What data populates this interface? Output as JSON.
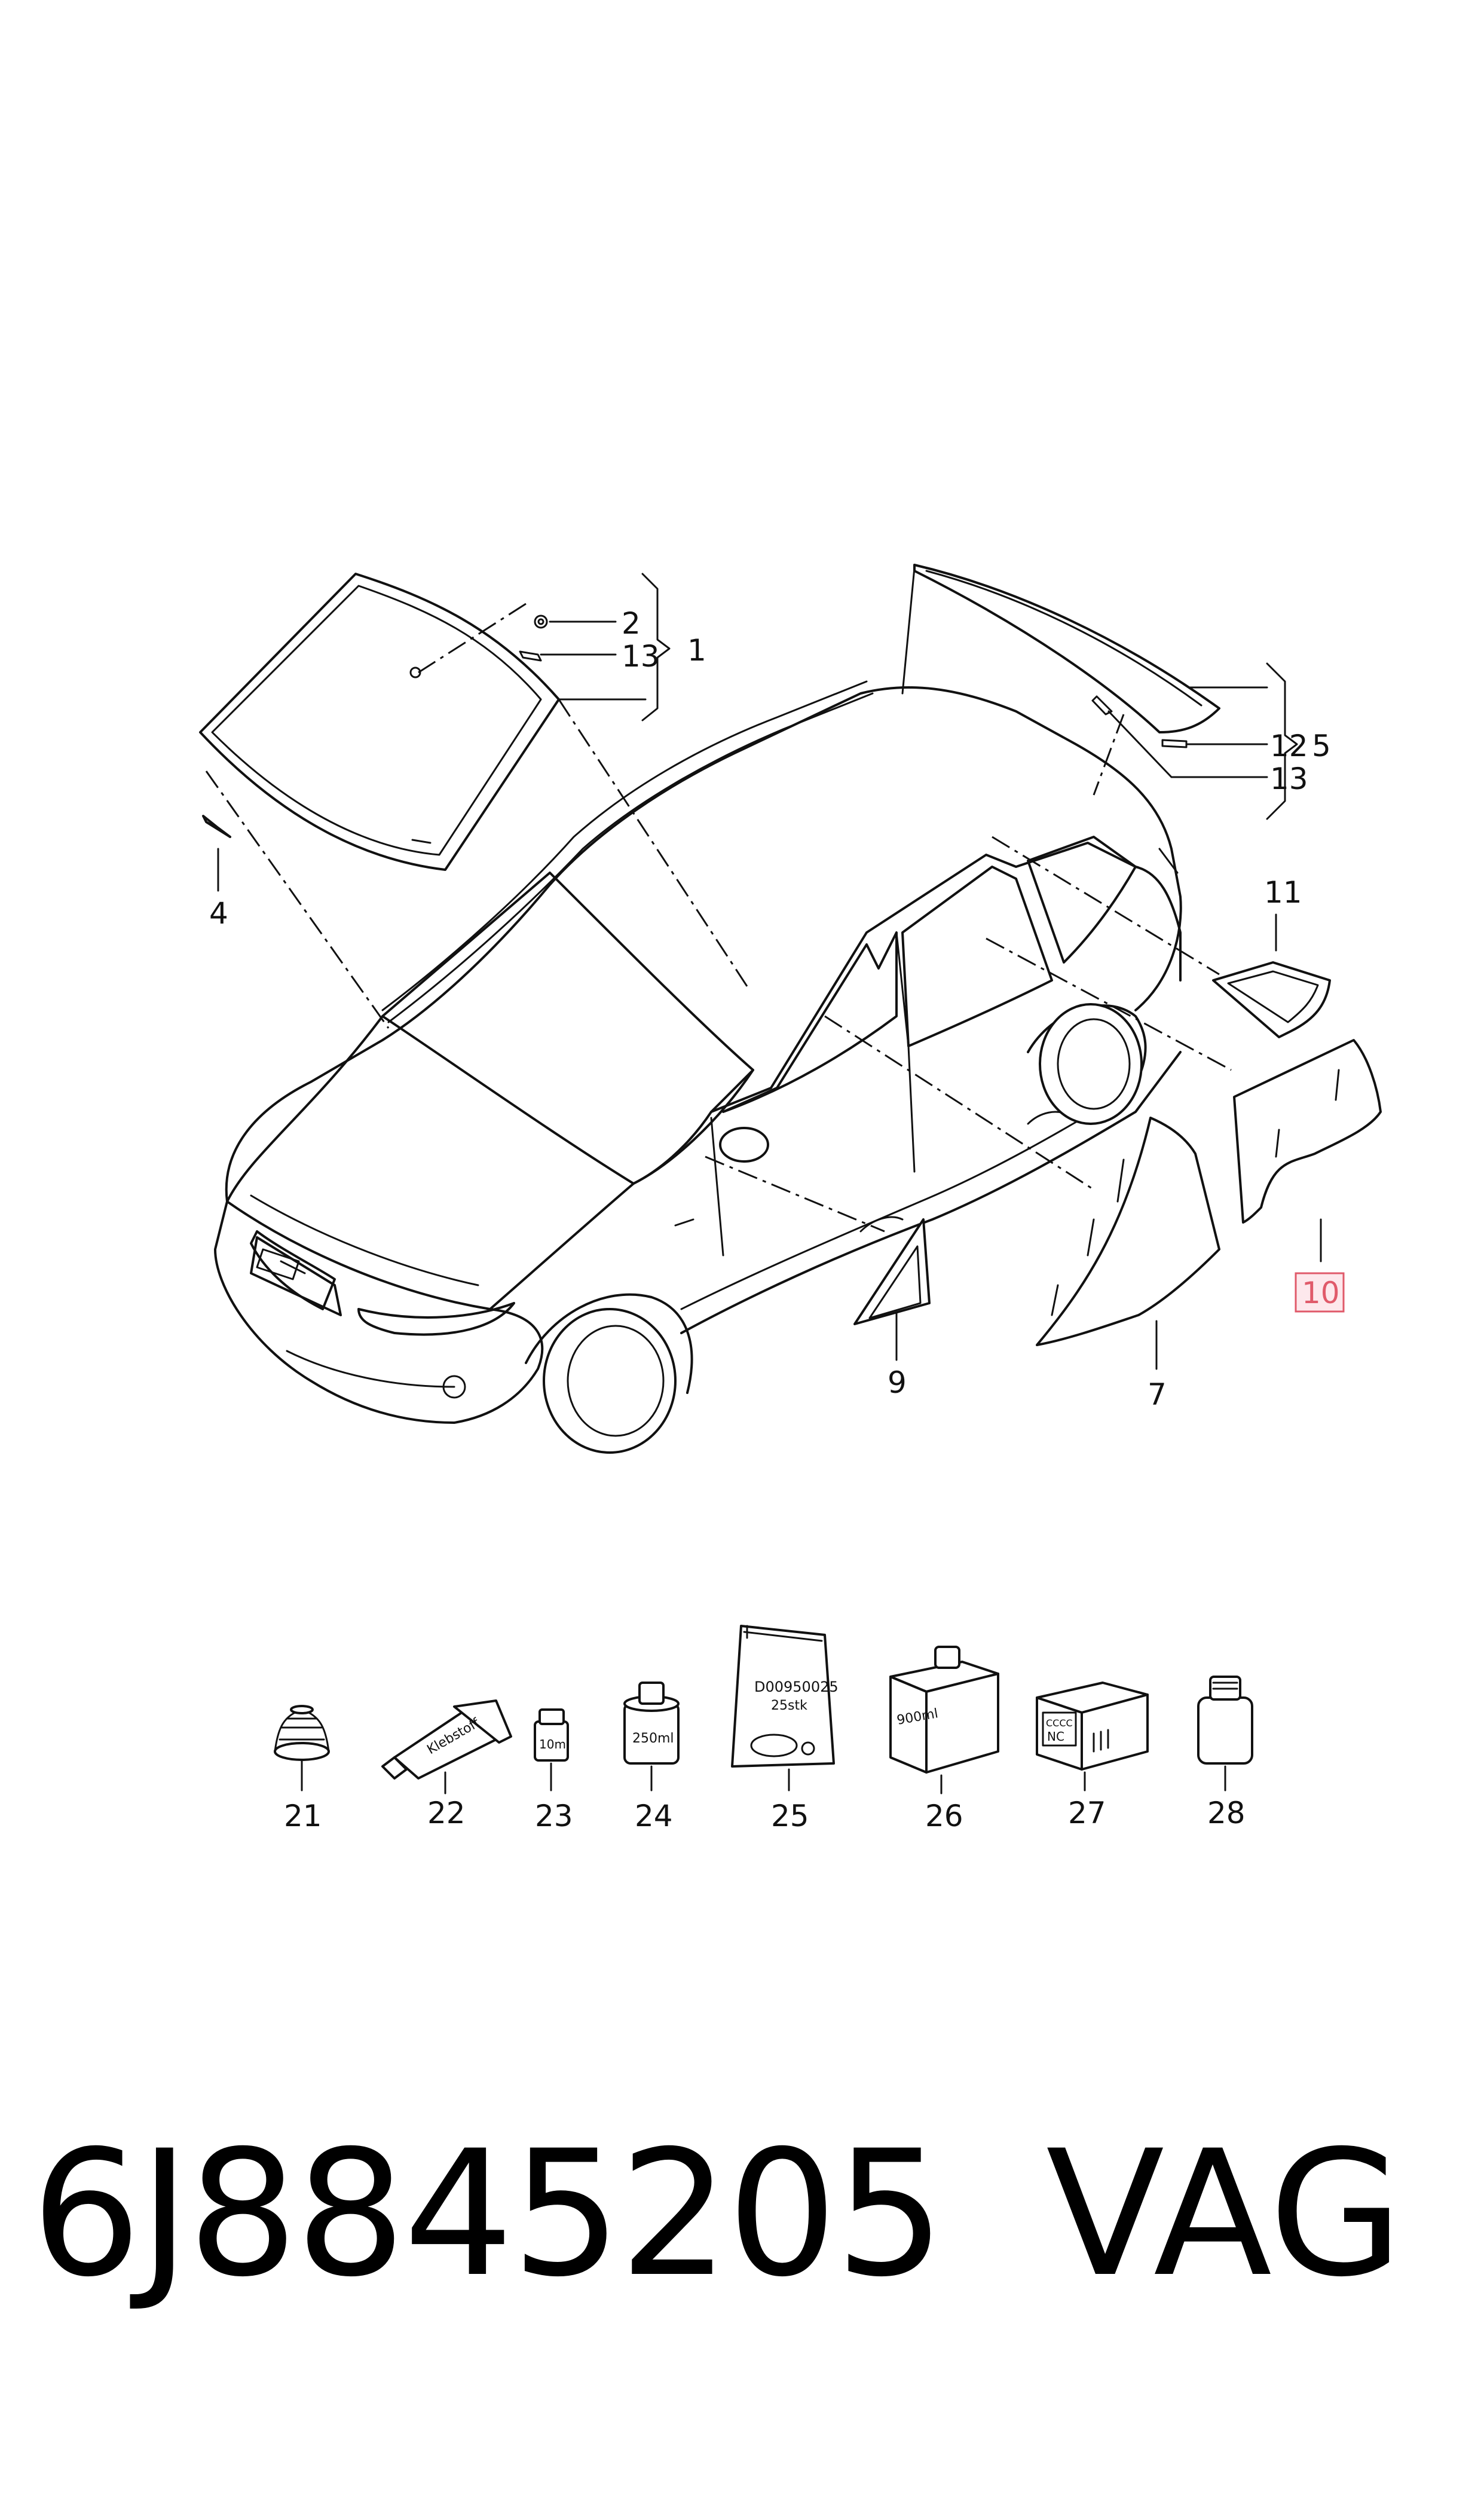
{
  "callouts": {
    "c1": "1",
    "c2": "2",
    "c4": "4",
    "c5": "5",
    "c7": "7",
    "c9": "9",
    "c10": "10",
    "c11": "11",
    "c12": "12",
    "c13a": "13",
    "c13b": "13",
    "c21": "21",
    "c22": "22",
    "c23": "23",
    "c24": "24",
    "c25": "25",
    "c26": "26",
    "c27": "27",
    "c28": "28"
  },
  "highlighted_callout": "10",
  "package_labels": {
    "tube": "Klebstoff",
    "vial": "10ml",
    "can": "250ml",
    "bag_line1": "D00950025",
    "bag_line2": "25stk",
    "box": "900ml",
    "kit_line1": "CCCC",
    "kit_line2": "NC"
  },
  "footer": {
    "part_number": "6J8845205",
    "brand": "VAG"
  },
  "colors": {
    "line": "#111111",
    "highlight": "#e05a6a"
  }
}
